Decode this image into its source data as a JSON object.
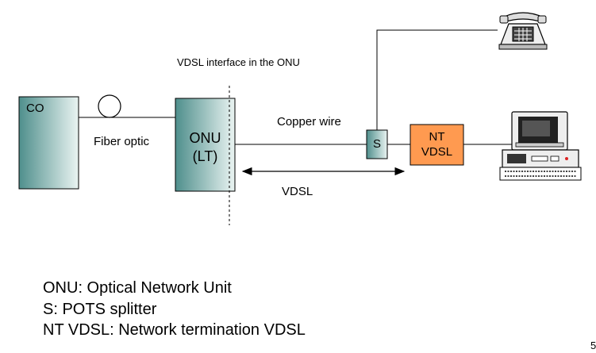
{
  "diagram": {
    "interface_label": "VDSL interface in the ONU",
    "co_label": "CO",
    "fiber_label": "Fiber optic",
    "onu_line1": "ONU",
    "onu_line2": "(LT)",
    "copper_label": "Copper wire",
    "vdsl_label": "VDSL",
    "splitter_label": "S",
    "nt_line1": "NT",
    "nt_line2": "VDSL",
    "phone_icon": "telephone-icon",
    "computer_icon": "computer-icon",
    "colors": {
      "teal_box_dark": "#4f8f8c",
      "teal_box_light": "#eaf4f2",
      "nt_orange": "#ff9a50"
    }
  },
  "legend": [
    "ONU: Optical Network Unit",
    "S: POTS splitter",
    "NT VDSL: Network termination VDSL"
  ],
  "page_number": "5"
}
